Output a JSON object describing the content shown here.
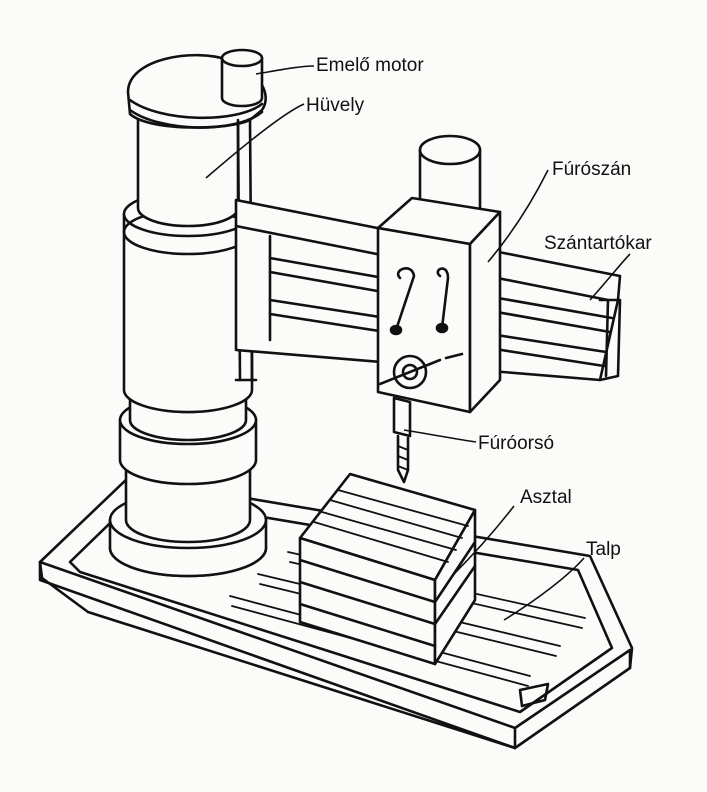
{
  "labels": {
    "emelo_motor": "Emelő motor",
    "huvely": "Hüvely",
    "furoszan": "Fúrószán",
    "szantartokar": "Szántartókar",
    "furoorso": "Fúróorsó",
    "asztal": "Asztal",
    "talp": "Talp"
  },
  "colors": {
    "ink": "#111111",
    "paper": "#fbfbf9"
  }
}
